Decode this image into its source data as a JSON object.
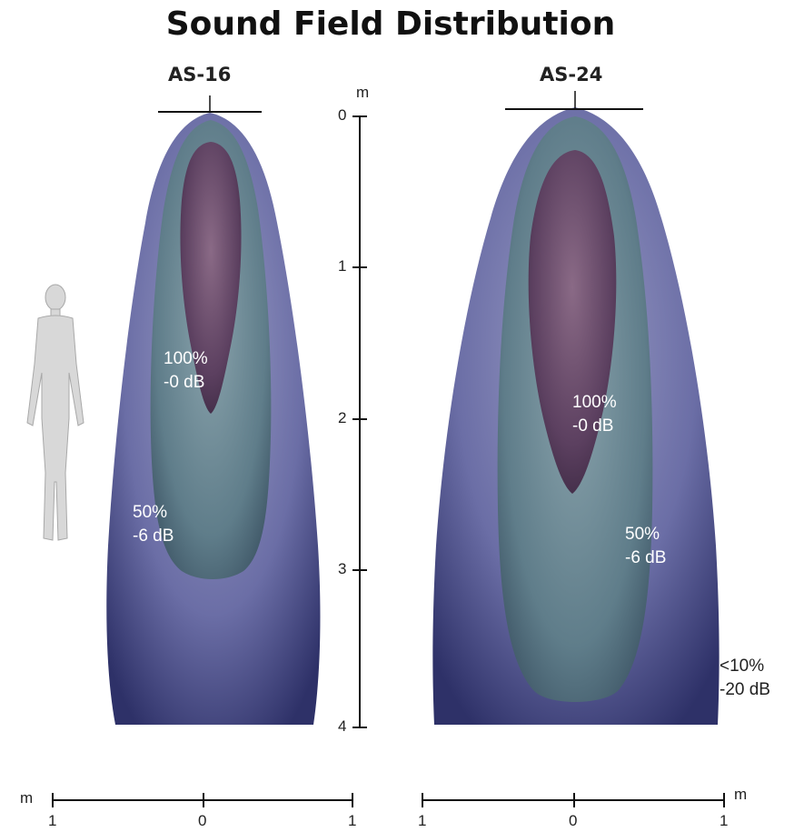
{
  "title": "Sound Field Distribution",
  "models": [
    {
      "name": "AS-16",
      "zones": {
        "inner": [
          "100%",
          "-0 dB"
        ],
        "mid": [
          "50%",
          "-6 dB"
        ],
        "outer": [
          "<10%",
          "-20 dB"
        ]
      }
    },
    {
      "name": "AS-24",
      "zones": {
        "inner": [
          "100%",
          "-0 dB"
        ],
        "mid": [
          "50%",
          "-6 dB"
        ],
        "outer": [
          "<10%",
          "-20 dB"
        ]
      }
    }
  ],
  "depth_axis": {
    "unit": "m",
    "ticks": [
      "0",
      "1",
      "2",
      "3",
      "4"
    ]
  },
  "width_axis": {
    "unit": "m",
    "ticks": [
      "1",
      "0",
      "1"
    ]
  },
  "colors": {
    "outer": "#3c3f7a",
    "mid": "#4f6b7a",
    "inner": "#5a3f5c",
    "axis": "#111111"
  }
}
